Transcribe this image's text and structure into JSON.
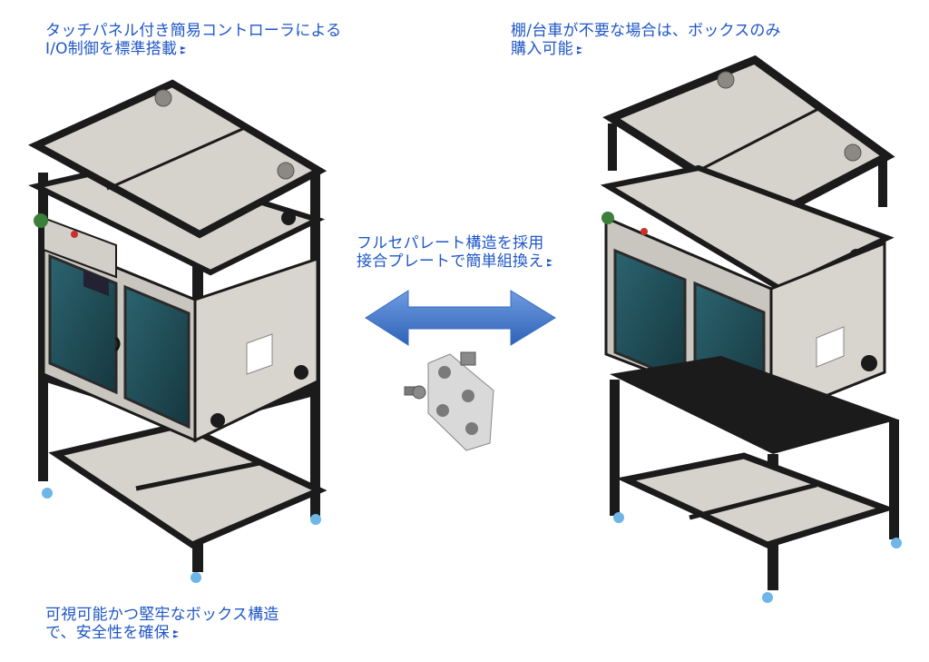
{
  "captions": {
    "top_left": {
      "line1": "タッチパネル付き簡易コントローラによる",
      "line2": "I/O制御を標準搭載"
    },
    "top_right": {
      "line1": "棚/台車が不要な場合は、ボックスのみ",
      "line2": "購入可能"
    },
    "center": {
      "line1": "フルセパレート構造を採用",
      "line2": "接合プレートで簡単組換え"
    },
    "bottom_left": {
      "line1": "可視可能かつ堅牢なボックス構造",
      "line2": "で、安全性を確保"
    }
  },
  "colors": {
    "caption_text": "#1f57c8",
    "arrow_fill": "#4a7fd0",
    "frame": "#1b1b1b",
    "panel": "#d6d2cc",
    "glass": "#1e4e5a",
    "caster": "#6fb6e8"
  },
  "icons": [
    "double-arrow-icon",
    "joint-plate-icon",
    "bullet-mark-icon"
  ]
}
